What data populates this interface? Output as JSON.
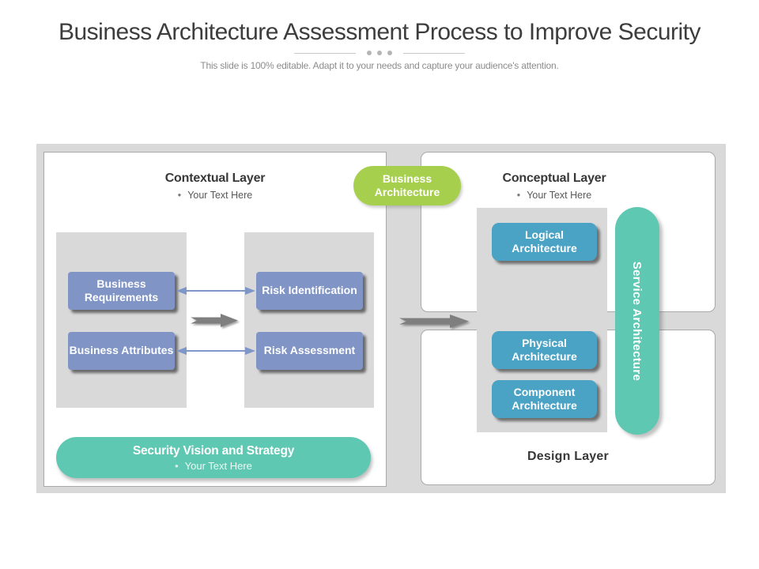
{
  "header": {
    "title": "Business Architecture Assessment Process to Improve Security",
    "subtitle": "This slide is 100% editable. Adapt it to your needs and capture your audience's attention."
  },
  "ui": {
    "bullet_marker": "•"
  },
  "colors": {
    "canvas_gray": "#d9d9d9",
    "node_blue": "#8095c6",
    "node_teal_blue": "#4aa3c4",
    "pill_teal": "#5fc8b3",
    "pill_green": "#a7cf4e",
    "arrow_gray": "#7f7f7f",
    "connector_blue": "#7e96c8"
  },
  "contextual": {
    "title": "Contextual Layer",
    "bullet": "Your Text Here",
    "boxes": {
      "business_requirements": "Business Requirements",
      "business_attributes": "Business Attributes",
      "risk_identification": "Risk Identification",
      "risk_assessment": "Risk Assessment"
    },
    "pill": {
      "title": "Security Vision and Strategy",
      "bullet": "Your Text Here"
    }
  },
  "bridge": {
    "label": "Business Architecture"
  },
  "conceptual": {
    "title": "Conceptual Layer",
    "bullet": "Your Text Here",
    "boxes": {
      "logical": "Logical Architecture",
      "physical": "Physical Architecture",
      "component": "Component Architecture"
    },
    "service_label": "Service Architecture"
  },
  "design": {
    "title": "Design Layer"
  }
}
